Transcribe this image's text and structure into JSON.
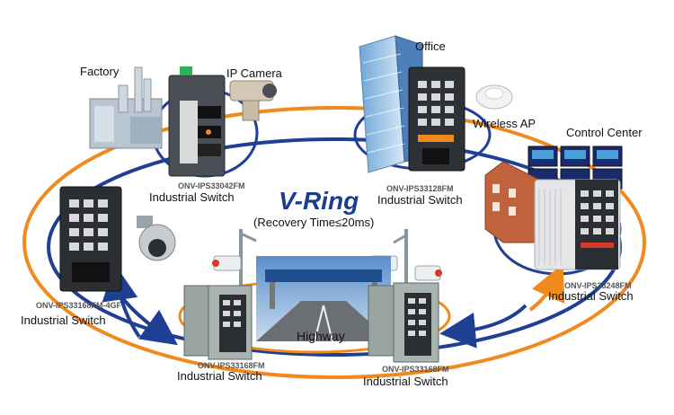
{
  "diagram": {
    "title": "V-Ring",
    "subtitle": "(Recovery Time≤20ms)",
    "places": {
      "factory": "Factory",
      "ip_camera": "IP Camera",
      "office": "Office",
      "wireless_ap": "Wireless AP",
      "control_center": "Control Center",
      "highway": "Highway"
    },
    "switches": [
      {
        "model": "ONV-IPS33042FM",
        "type": "Industrial Switch"
      },
      {
        "model": "ONV-IPS33128FM",
        "type": "Industrial Switch"
      },
      {
        "model": "ONV-IPS33248FM",
        "type": "Industrial Switch"
      },
      {
        "model": "ONV-IPS33168FM",
        "type": "Industrial Switch"
      },
      {
        "model": "ONV-IPS33168FM",
        "type": "Industrial Switch"
      },
      {
        "model": "ONV-IPS33168FM-4GF",
        "type": "Industrial Switch"
      }
    ],
    "colors": {
      "ring_orange": "#f08a1c",
      "ring_blue": "#1f3f95",
      "title_blue": "#1a3d8f"
    }
  }
}
